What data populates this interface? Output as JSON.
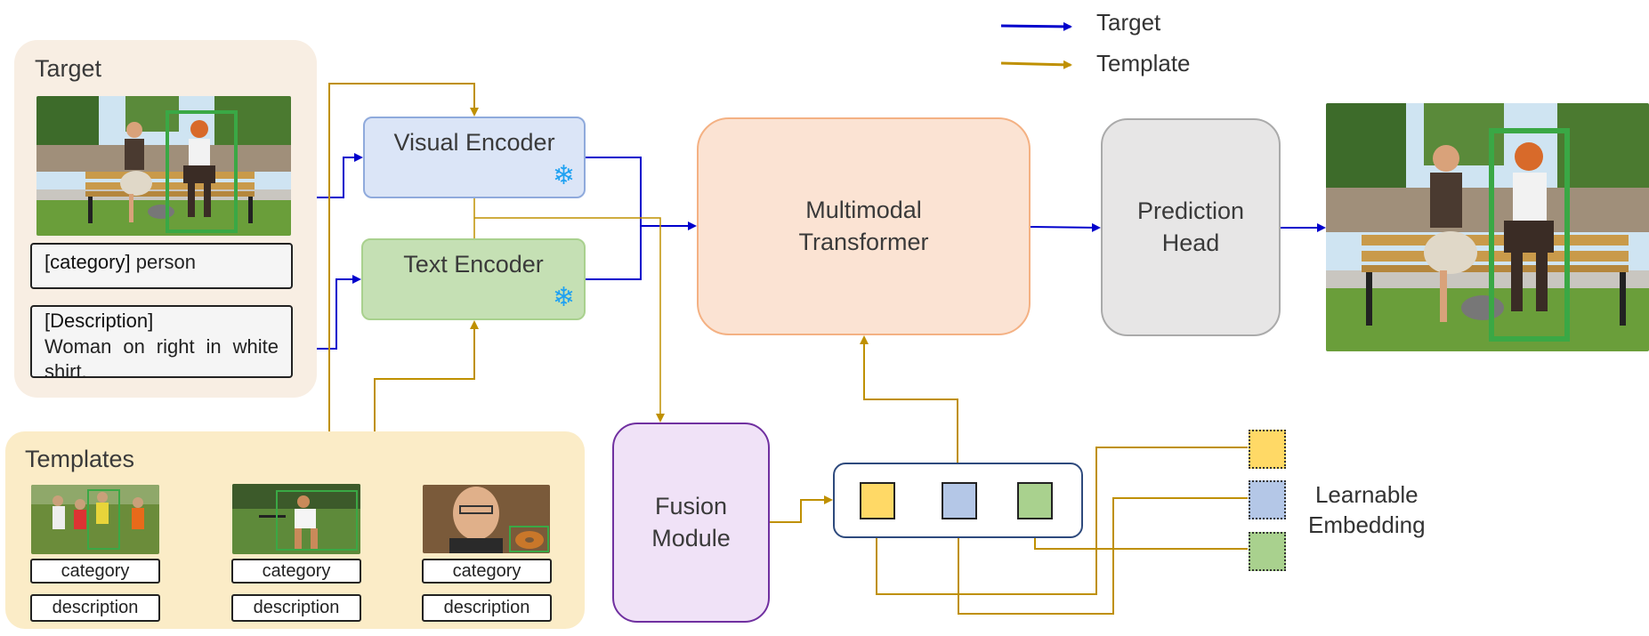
{
  "legend": {
    "target_label": "Target",
    "template_label": "Template"
  },
  "target_panel": {
    "title": "Target",
    "category_tag": "[category]",
    "category_value": "person",
    "description_tag": "[Description]",
    "description_value": "Woman on right in white shirt."
  },
  "templates_panel": {
    "title": "Templates",
    "items": [
      {
        "category": "category",
        "description": "description"
      },
      {
        "category": "category",
        "description": "description"
      },
      {
        "category": "category",
        "description": "description"
      }
    ]
  },
  "modules": {
    "visual_encoder": "Visual Encoder",
    "text_encoder": "Text Encoder",
    "multimodal_transformer_line1": "Multimodal",
    "multimodal_transformer_line2": "Transformer",
    "prediction_head_line1": "Prediction",
    "prediction_head_line2": "Head",
    "fusion_module_line1": "Fusion",
    "fusion_module_line2": "Module"
  },
  "learnable": {
    "line1": "Learnable",
    "line2": "Embedding"
  },
  "colors": {
    "target_arrow": "#0000cc",
    "template_arrow": "#bf9000",
    "token_yellow": "#ffd966",
    "token_blue": "#b4c7e7",
    "token_green": "#a9d18e",
    "bbox_green": "#3aa845"
  },
  "icons": {
    "frozen": "snowflake-icon"
  }
}
